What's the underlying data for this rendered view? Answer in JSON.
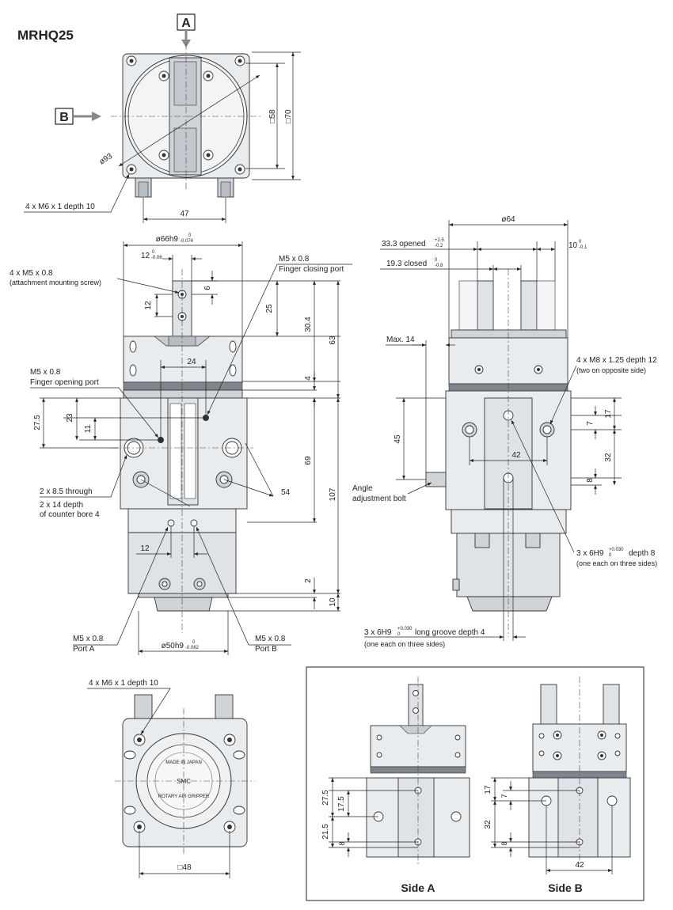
{
  "model": "MRHQ25",
  "view_markers": {
    "a": "A",
    "b": "B"
  },
  "top_view": {
    "dia": "ø93",
    "sq58": "□58",
    "sq70": "□70",
    "dim47": "47",
    "screw": "4 x M6 x 1 depth 10"
  },
  "front_view": {
    "dia_top": "ø66h9",
    "dia_top_tol_u": "0",
    "dia_top_tol_l": "-0.074",
    "w12": "12",
    "w12_tol_u": "0",
    "w12_tol_l": "-0.06",
    "attach_screw": "4 x M5 x 0.8",
    "attach_screw_note": "(attachment mounting screw)",
    "close_port": "M5 x 0.8",
    "close_port_note": "Finger closing port",
    "open_port": "M5 x 0.8",
    "open_port_note": "Finger opening port",
    "through": "2 x 8.5 through",
    "cbore1": "2 x 14 depth",
    "cbore2": "of counter bore 4",
    "port_a": "M5 x 0.8",
    "port_a_note": "Port A",
    "port_b": "M5 x 0.8",
    "port_b_note": "Port B",
    "dia_bot": "ø50h9",
    "dia_bot_tol_u": "0",
    "dia_bot_tol_l": "-0.062",
    "d6": "6",
    "d12a": "12",
    "d25": "25",
    "d30_4": "30.4",
    "d63": "63",
    "d24": "24",
    "d4": "4",
    "d27_5": "27.5",
    "d23": "23",
    "d11": "11",
    "d69": "69",
    "d54": "54",
    "d107": "107",
    "d12b": "12",
    "d2": "2",
    "d10": "10"
  },
  "side_view": {
    "dia64": "ø64",
    "opened": "33.3 opened",
    "opened_tol_u": "+2.5",
    "opened_tol_l": "-0.2",
    "closed": "19.3 closed",
    "closed_tol_u": "0",
    "closed_tol_l": "-0.8",
    "d10": "10",
    "d10_tol_u": "0",
    "d10_tol_l": "-0.1",
    "max14": "Max. 14",
    "m8": "4 x M8 x 1.25 depth 12",
    "m8_note": "(two on opposite side)",
    "d45": "45",
    "d17": "17",
    "d7": "7",
    "d42": "42",
    "d32": "32",
    "d8": "8",
    "angle1": "Angle",
    "angle2": "adjustment bolt",
    "pin": "3 x 6H9",
    "pin_tol_u": "+0.030",
    "pin_tol_l": "0",
    "pin_depth": "depth 8",
    "pin_note": "(one each on three sides)",
    "groove": "3 x 6H9",
    "groove_tol_u": "+0.030",
    "groove_tol_l": "0",
    "groove_depth": "long groove depth 4",
    "groove_note": "(one each on three sides)"
  },
  "bottom_view": {
    "screw": "4 x M6 x 1 depth 10",
    "sq48": "□48",
    "label_text": "ROTARY AIR GRIPPER",
    "brand": "SMC",
    "made": "MADE IN JAPAN"
  },
  "side_a": {
    "title": "Side A",
    "d27_5": "27.5",
    "d17_5": "17.5",
    "d21_5": "21.5",
    "d8": "8"
  },
  "side_b": {
    "title": "Side B",
    "d17": "17",
    "d7": "7",
    "d32": "32",
    "d8": "8",
    "d42": "42"
  }
}
